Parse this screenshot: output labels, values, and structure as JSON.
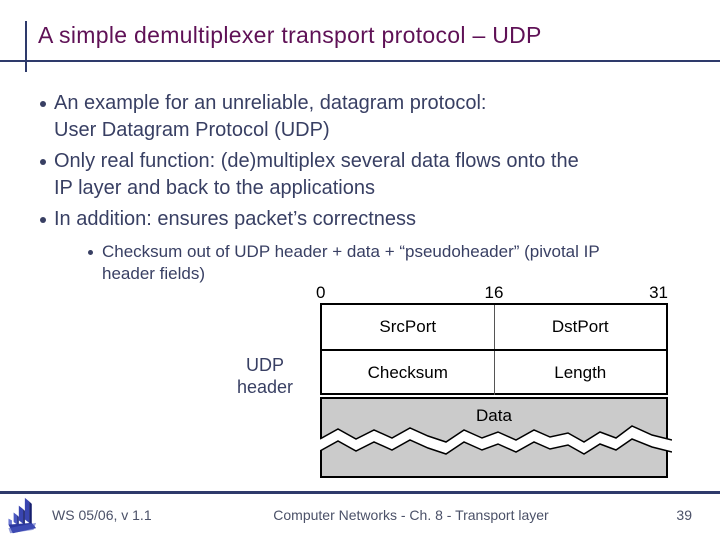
{
  "title": "A simple demultiplexer transport protocol – UDP",
  "bullets": [
    {
      "level": 1,
      "text": "An example for an unreliable, datagram protocol:\nUser Datagram Protocol (UDP)"
    },
    {
      "level": 1,
      "text": "Only real function: (de)multiplex several data flows onto the\nIP layer and back to the applications"
    },
    {
      "level": 1,
      "text": "In addition: ensures packet’s correctness"
    },
    {
      "level": 2,
      "text": "Checksum out of UDP header + data + “pseudoheader” (pivotal IP\nheader fields)"
    }
  ],
  "diagram": {
    "side_label": "UDP\nheader",
    "bit_marks": [
      "0",
      "16",
      "31"
    ],
    "rows": [
      [
        "SrcPort",
        "DstPort"
      ],
      [
        "Checksum",
        "Length"
      ]
    ],
    "data_label": "Data"
  },
  "footer": {
    "left": "WS 05/06, v 1.1",
    "center": "Computer Networks - Ch. 8 - Transport layer",
    "page": "39"
  },
  "colors": {
    "title": "#5f1156",
    "body_text": "#383f63",
    "rule": "#2e3a6b",
    "data_fill": "#cbcbcb"
  }
}
